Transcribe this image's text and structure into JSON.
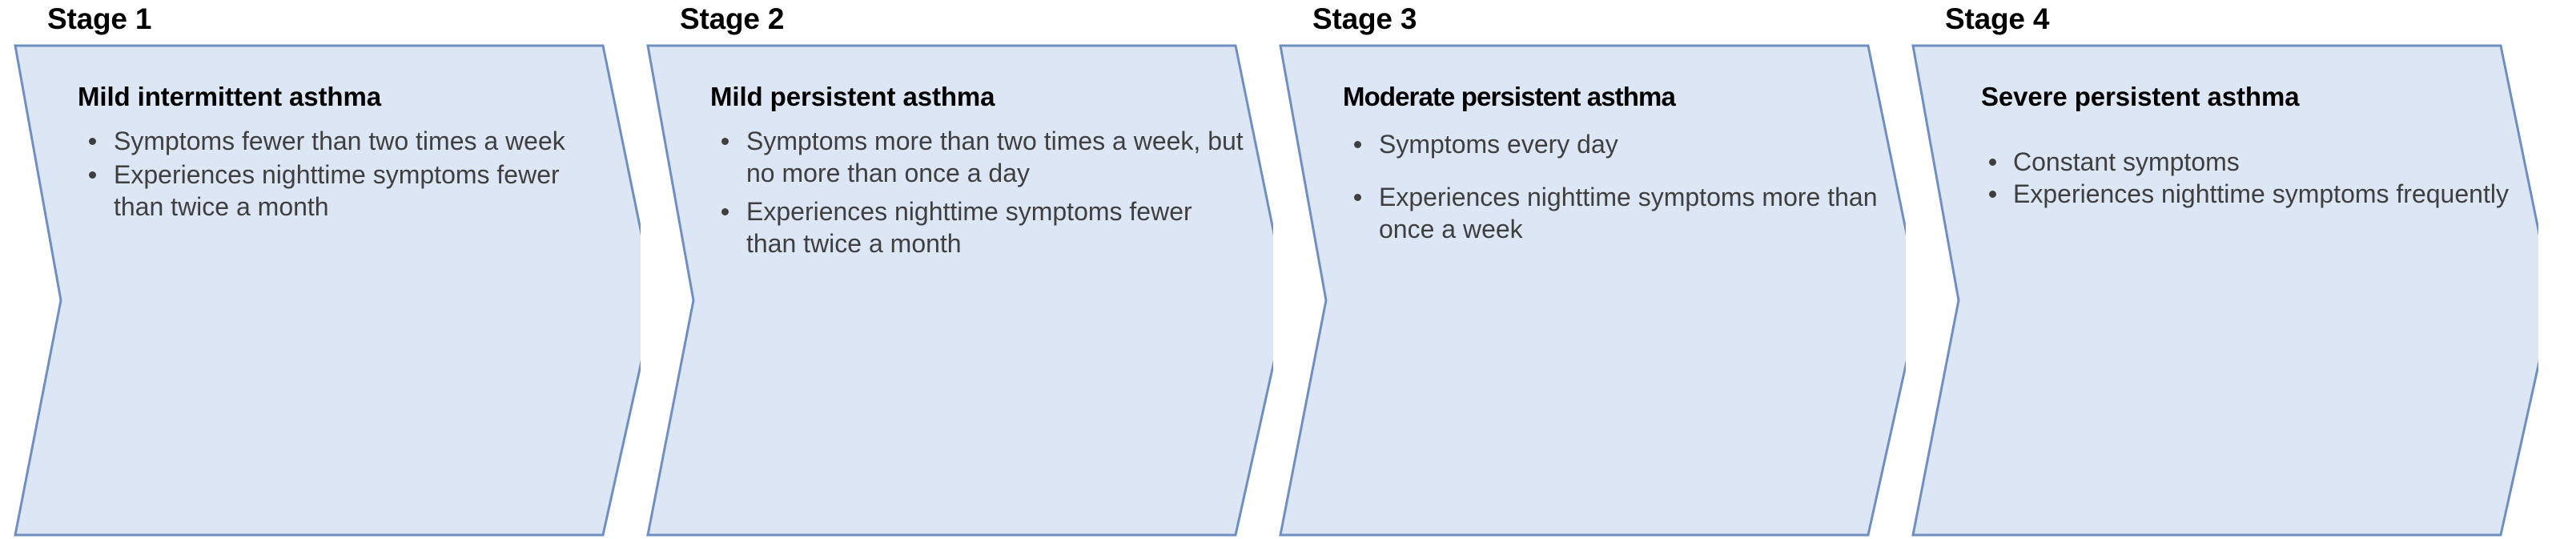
{
  "diagram": {
    "type": "chevron-process",
    "background_color": "#ffffff",
    "shape_fill_color": "#dce6f5",
    "shape_border_color": "#6f8fc0",
    "label_color": "#000000",
    "body_text_color": "#3f3f3f",
    "stages": [
      {
        "label": "Stage 1",
        "title": "Mild intermittent asthma",
        "bullets": [
          "Symptoms fewer than two times a week",
          "Experiences nighttime symptoms fewer than twice a month"
        ]
      },
      {
        "label": "Stage 2",
        "title": "Mild persistent asthma",
        "bullets": [
          "Symptoms more than two times a week, but no more than once a day",
          "Experiences nighttime symptoms fewer than twice a month"
        ]
      },
      {
        "label": "Stage 3",
        "title": "Moderate persistent asthma",
        "bullets": [
          "Symptoms every day",
          "Experiences nighttime symptoms more than once a week"
        ]
      },
      {
        "label": "Stage 4",
        "title": "Severe persistent asthma",
        "bullets": [
          "Constant symptoms",
          "Experiences nighttime symptoms frequently"
        ]
      }
    ]
  }
}
